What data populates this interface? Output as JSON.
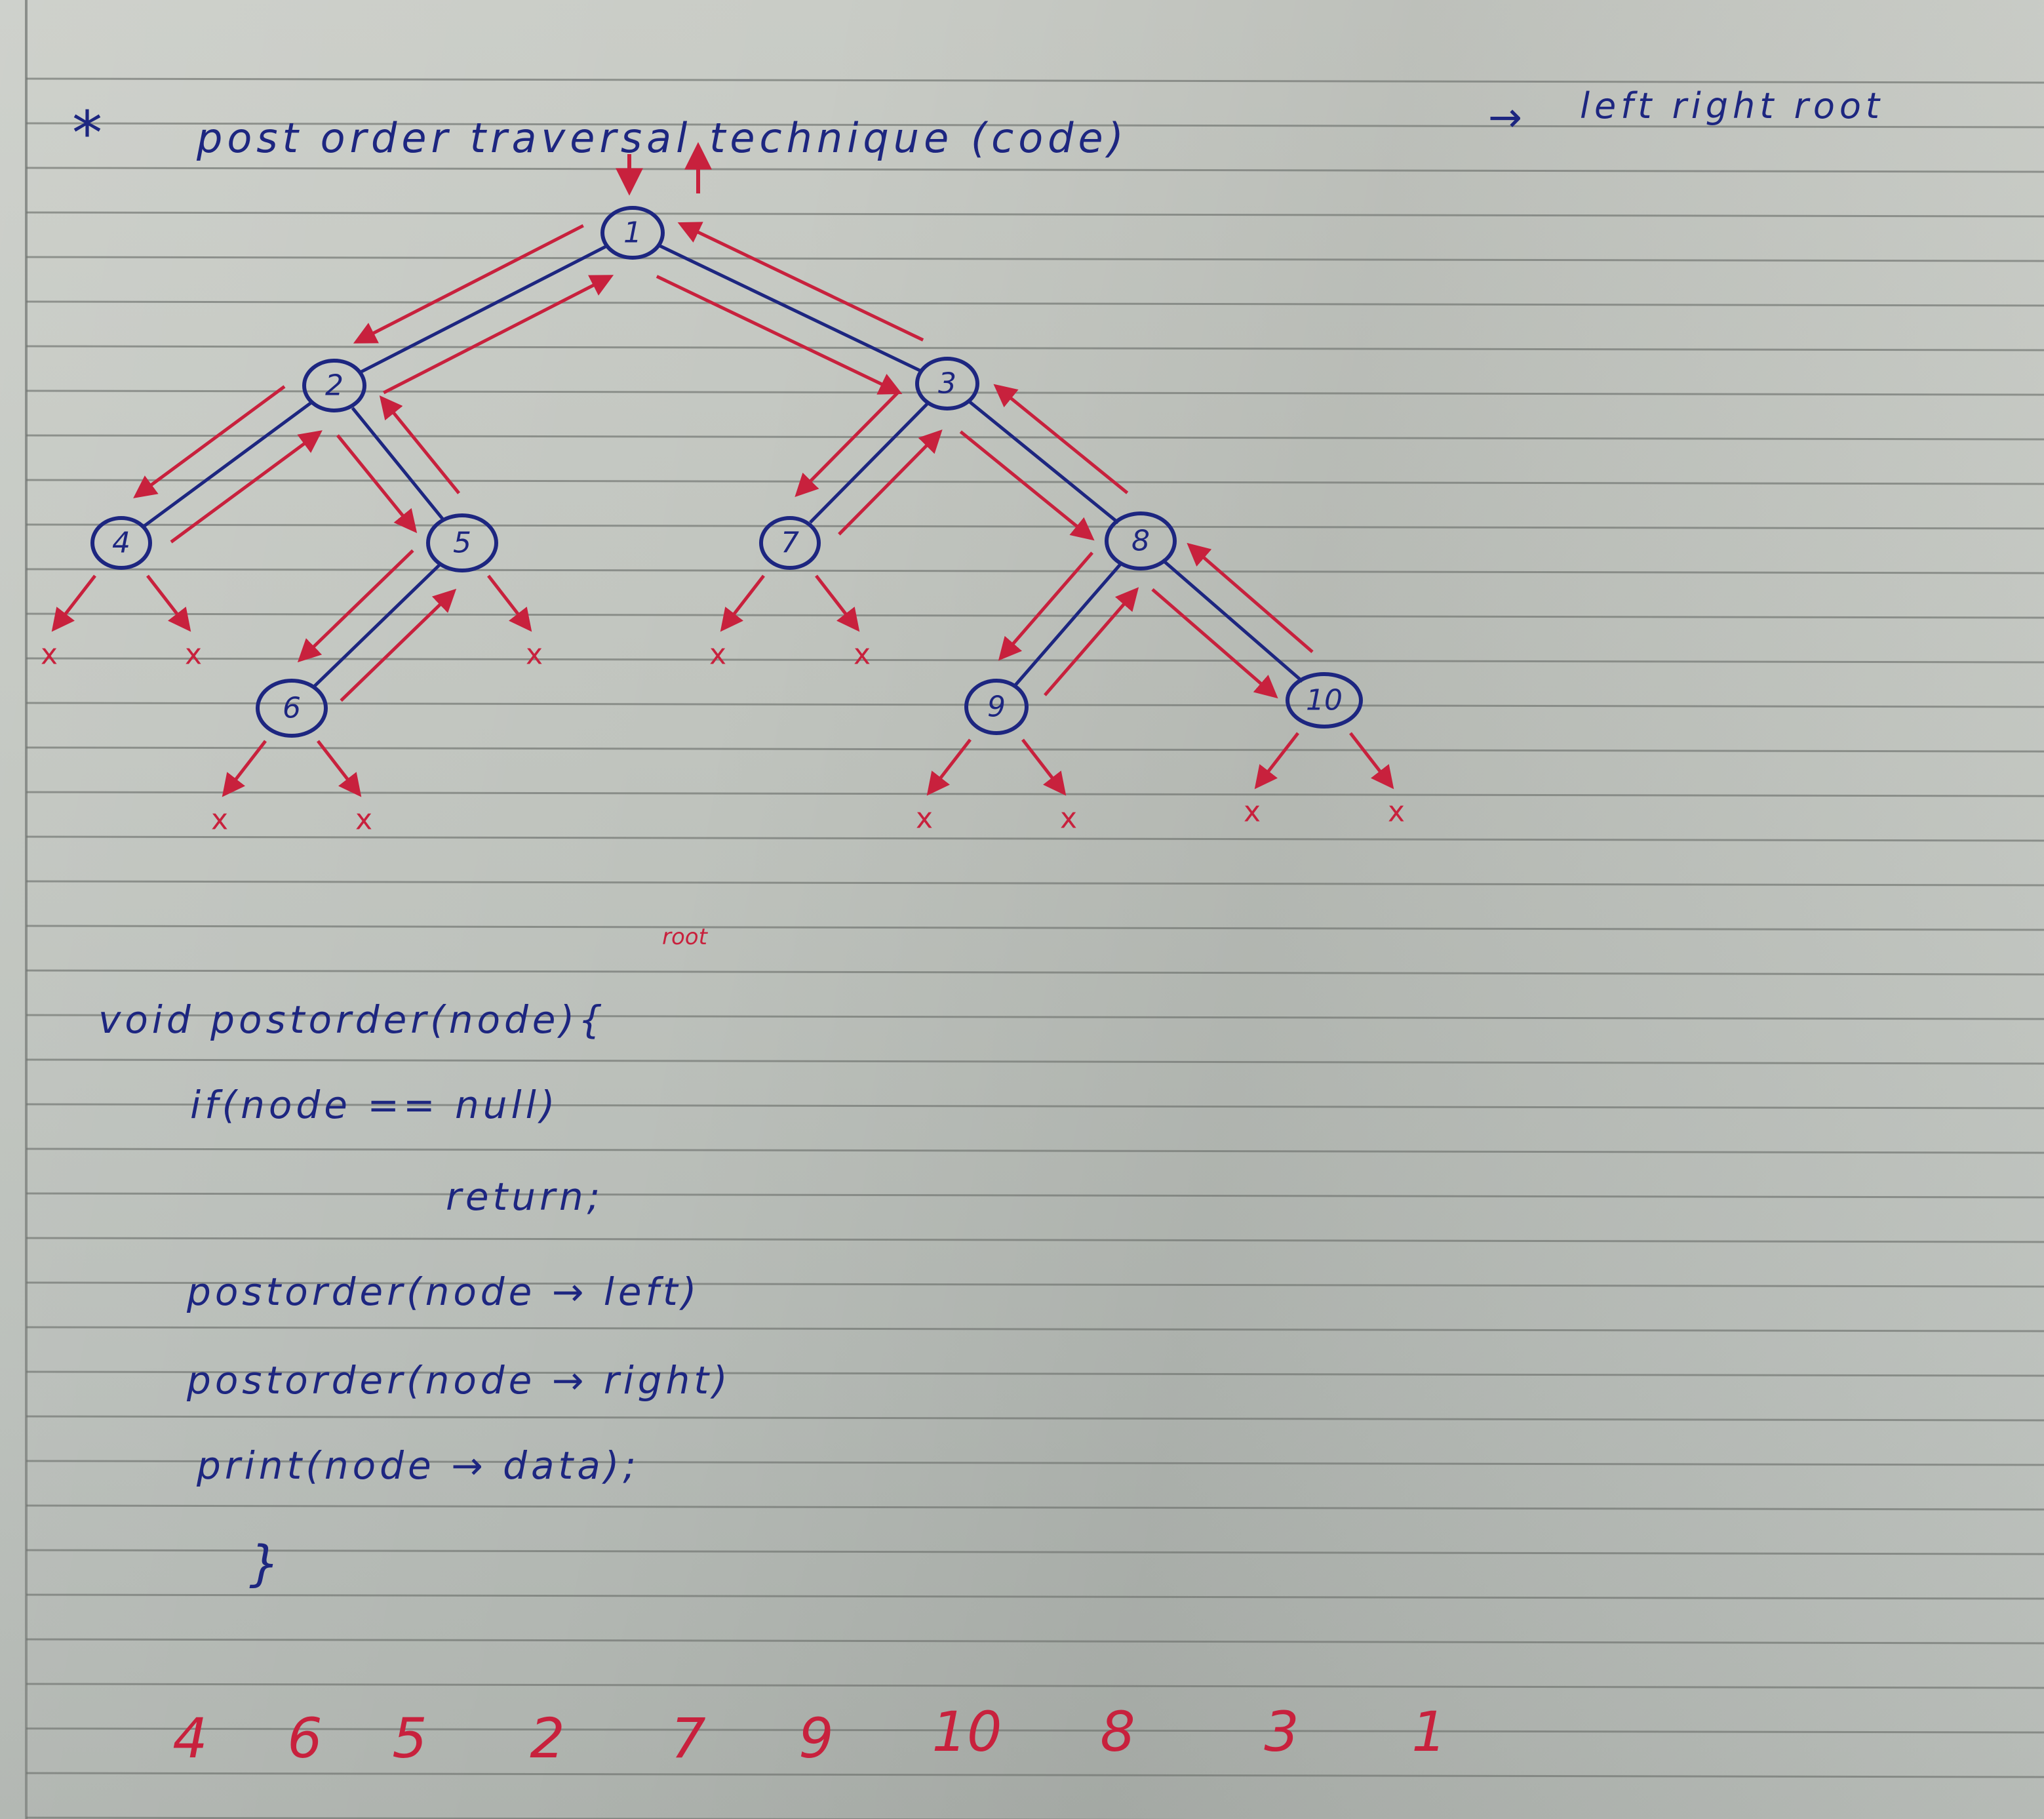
{
  "title": {
    "star": "*",
    "text": "post order traversal technique (code)",
    "arrow": "→",
    "rule": "left right root"
  },
  "tree": {
    "nodes": [
      {
        "id": "1",
        "label": "1"
      },
      {
        "id": "2",
        "label": "2"
      },
      {
        "id": "3",
        "label": "3"
      },
      {
        "id": "4",
        "label": "4"
      },
      {
        "id": "5",
        "label": "5"
      },
      {
        "id": "6",
        "label": "6"
      },
      {
        "id": "7",
        "label": "7"
      },
      {
        "id": "8",
        "label": "8"
      },
      {
        "id": "9",
        "label": "9"
      },
      {
        "id": "10",
        "label": "10"
      }
    ],
    "edges": [
      [
        "1",
        "2"
      ],
      [
        "1",
        "3"
      ],
      [
        "2",
        "4"
      ],
      [
        "2",
        "5"
      ],
      [
        "5",
        "6"
      ],
      [
        "3",
        "7"
      ],
      [
        "3",
        "8"
      ],
      [
        "8",
        "9"
      ],
      [
        "8",
        "10"
      ]
    ],
    "null_marker": "x"
  },
  "code": {
    "annotation": "root",
    "lines": [
      "void  postorder(node){",
      "if(node == null)",
      "return;",
      "postorder(node → left)",
      "postorder(node → right)",
      "print(node → data);",
      "}"
    ]
  },
  "output_sequence": [
    "4",
    "6",
    "5",
    "2",
    "7",
    "9",
    "10",
    "8",
    "3",
    "1"
  ],
  "colors": {
    "blue_ink": "#1d2680",
    "red_ink": "#c8213d",
    "paper": "#c2c6c0",
    "rule_line": "#6d716d",
    "margin_line": "#8a8e8a"
  }
}
